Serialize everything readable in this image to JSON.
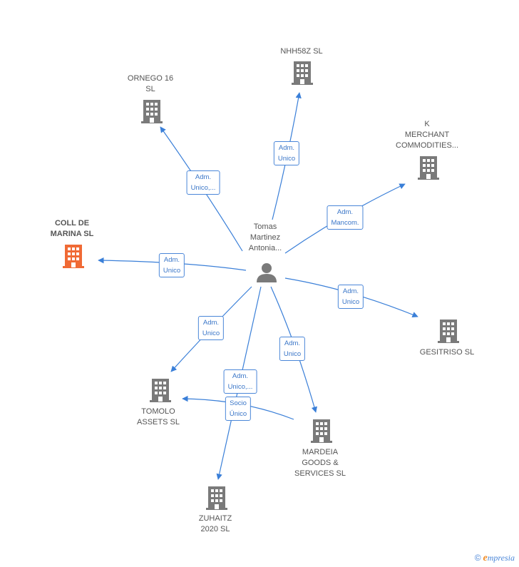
{
  "center": {
    "label": "Tomas\nMartinez\nAntonia..."
  },
  "nodes": [
    {
      "id": "coll",
      "label": "COLL DE\nMARINA  SL",
      "main": true
    },
    {
      "id": "ornego",
      "label": "ORNEGO 16\nSL"
    },
    {
      "id": "nhh",
      "label": "NHH58Z  SL"
    },
    {
      "id": "kmerchant",
      "label": "K\nMERCHANT\nCOMMODITIES..."
    },
    {
      "id": "gesitriso",
      "label": "GESITRISO  SL"
    },
    {
      "id": "mardeia",
      "label": "MARDEIA\nGOODS &\nSERVICES SL"
    },
    {
      "id": "zuhaitz",
      "label": "ZUHAITZ\n2020  SL"
    },
    {
      "id": "tomolo",
      "label": "TOMOLO\nASSETS  SL"
    }
  ],
  "relations": [
    {
      "id": "r-coll",
      "label": "Adm.\nUnico"
    },
    {
      "id": "r-ornego",
      "label": "Adm.\nUnico,..."
    },
    {
      "id": "r-nhh",
      "label": "Adm.\nUnico"
    },
    {
      "id": "r-kmerchant",
      "label": "Adm.\nMancom."
    },
    {
      "id": "r-gesitriso",
      "label": "Adm.\nUnico"
    },
    {
      "id": "r-mardeia",
      "label": "Adm.\nUnico"
    },
    {
      "id": "r-zuhaitz",
      "label": "Adm.\nUnico,..."
    },
    {
      "id": "r-tomolo",
      "label": "Adm.\nUnico"
    },
    {
      "id": "r-socio",
      "label": "Socio\nÚnico"
    }
  ],
  "colors": {
    "edge": "#3a7fd8",
    "building": "#7a7a7a",
    "building_main": "#f06a35",
    "person": "#7a7a7a"
  },
  "watermark": {
    "copyright": "©",
    "brand_initial": "e",
    "brand_rest": "mpresia"
  }
}
